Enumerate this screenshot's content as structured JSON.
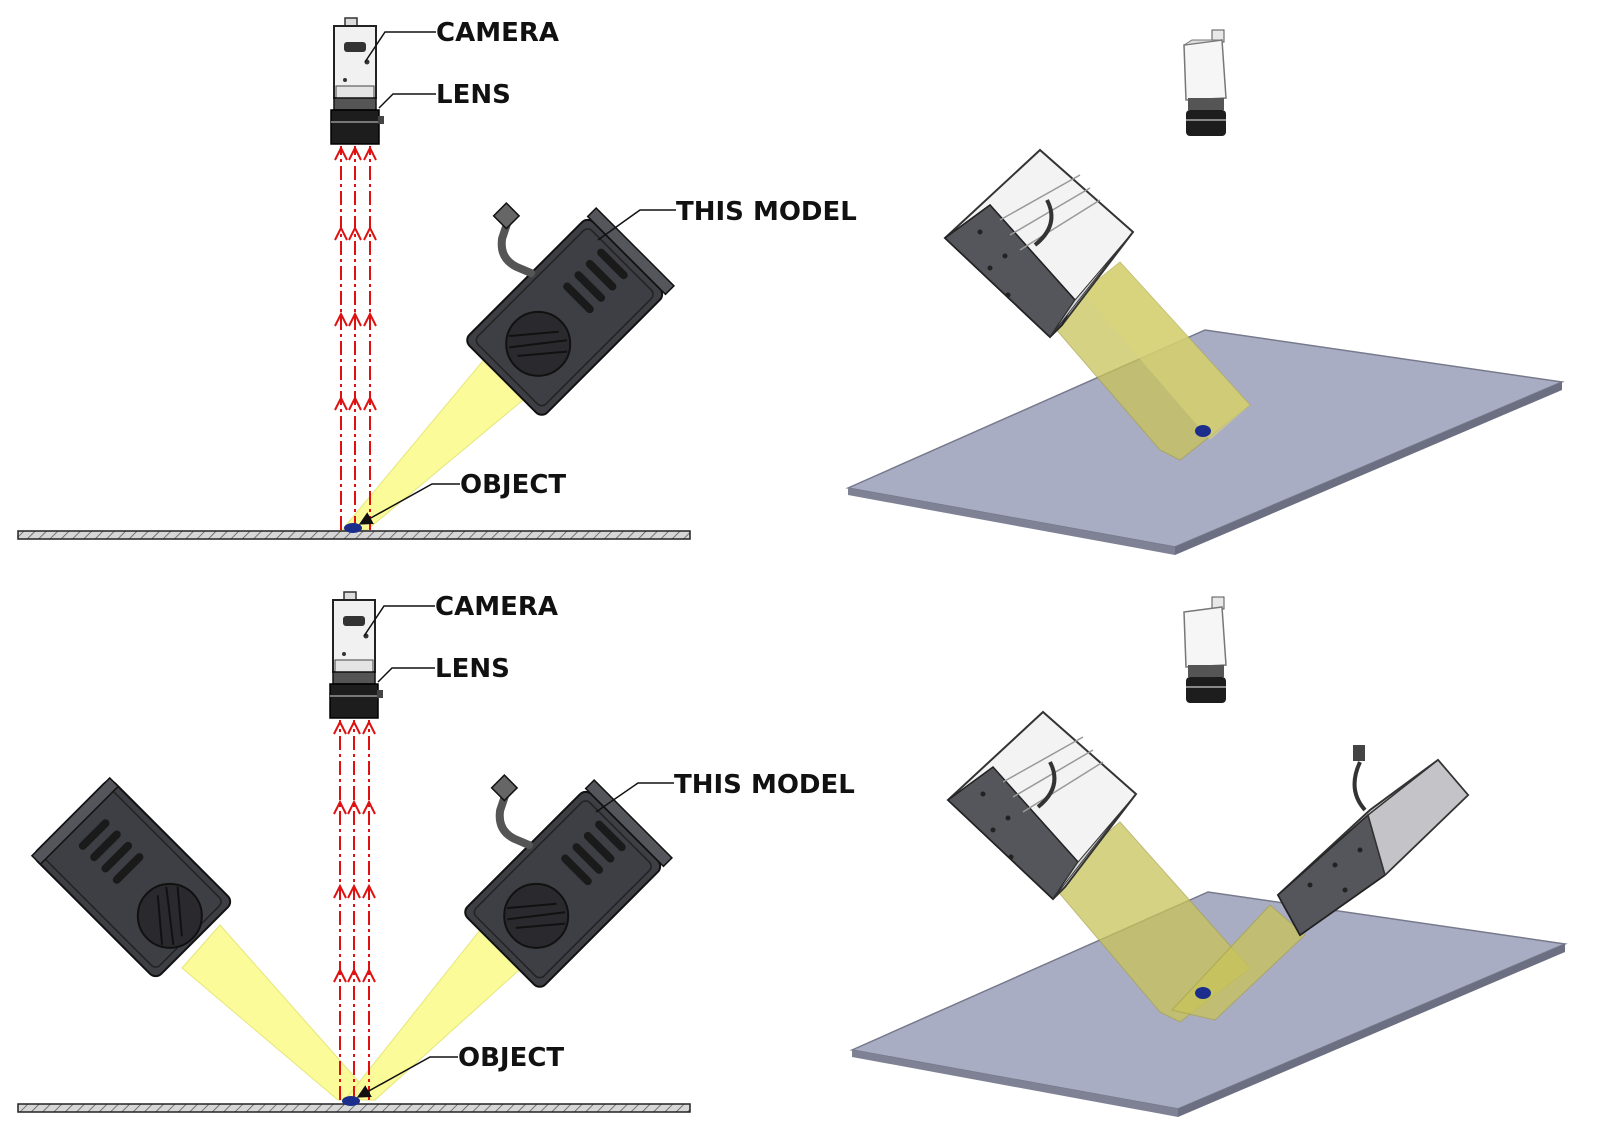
{
  "panels": [
    {
      "id": "top-single-light",
      "labels": {
        "camera": "CAMERA",
        "lens": "LENS",
        "this_model": "THIS MODEL",
        "object": "OBJECT"
      }
    },
    {
      "id": "bottom-dual-light",
      "labels": {
        "camera": "CAMERA",
        "lens": "LENS",
        "this_model": "THIS MODEL",
        "object": "OBJECT"
      }
    }
  ],
  "colors": {
    "light_beam": "#fbfb9a",
    "light_beam_3d": "#c9c45a",
    "reflected_rays": "#e01010",
    "object": "#1c2e8c",
    "table_surface": "#a9adc3",
    "light_housing": "#3e3f45",
    "camera_body": "#f1f1f1",
    "lens": "#222222"
  },
  "icons": {
    "camera": "camera-icon",
    "lens": "lens-icon",
    "light": "spotlight-icon",
    "object": "object-icon"
  }
}
